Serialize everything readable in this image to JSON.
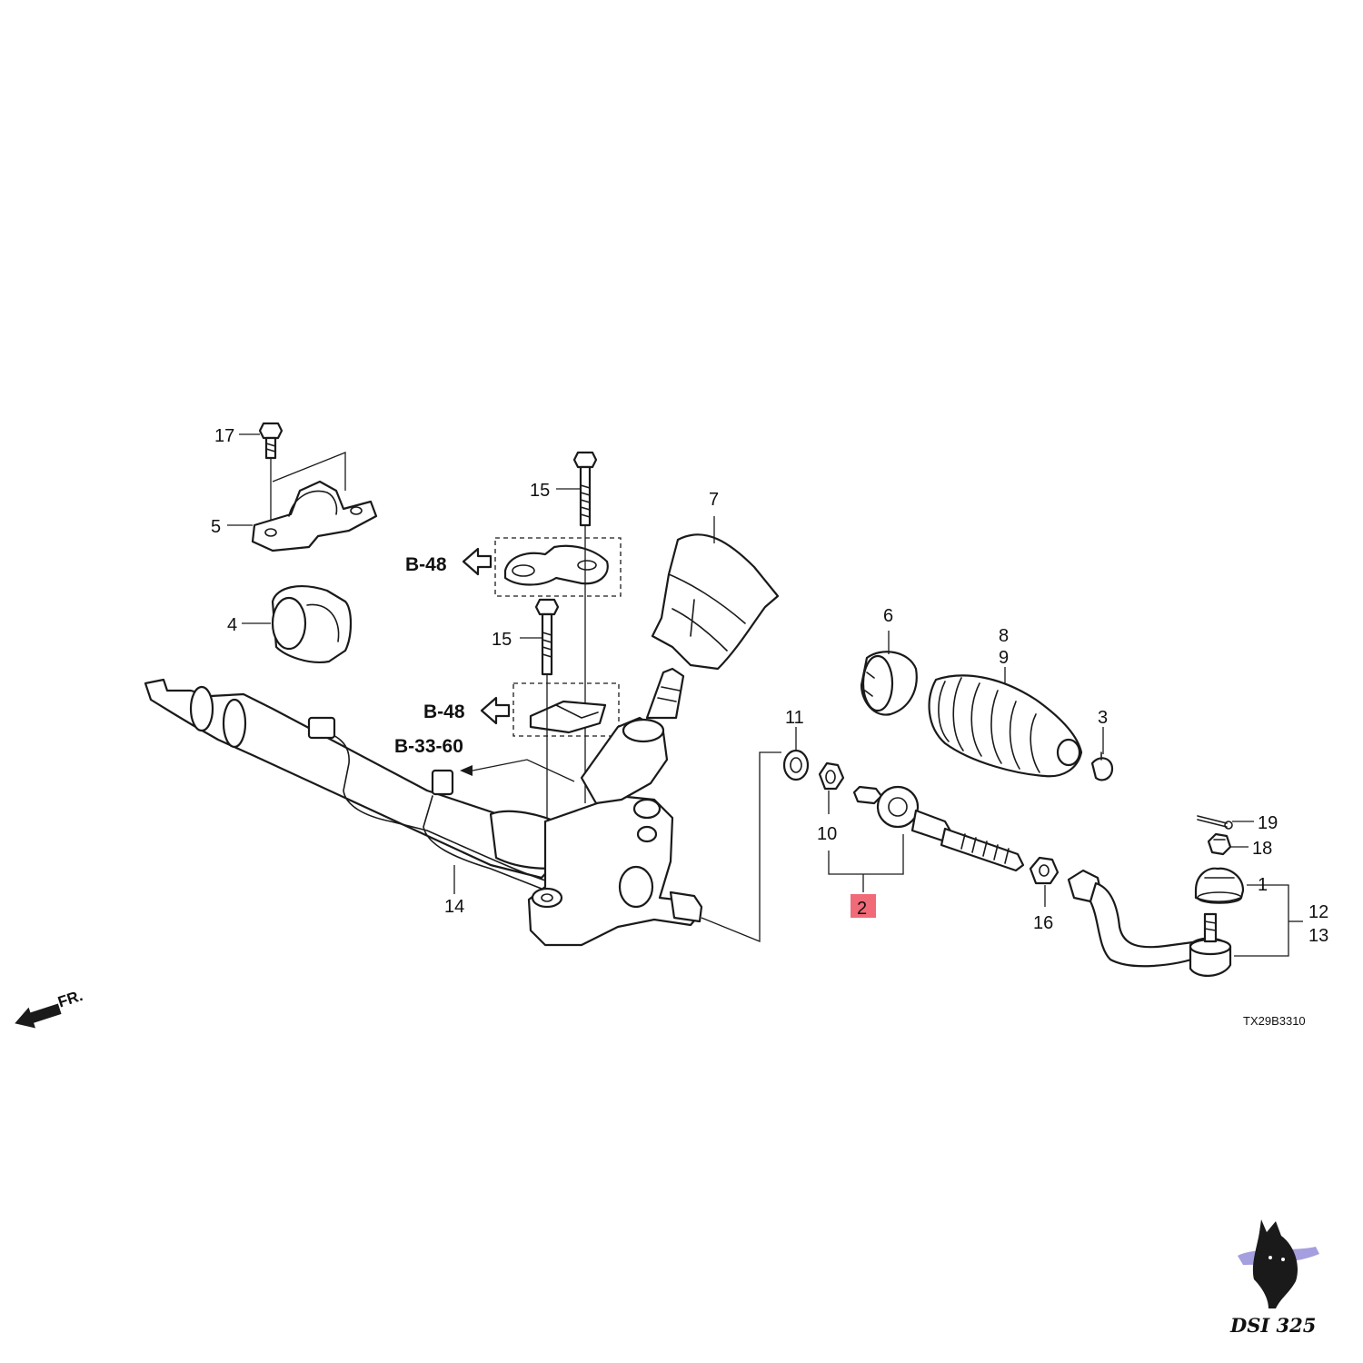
{
  "diagram": {
    "diagram_code": "TX29B3310",
    "front_indicator": "FR.",
    "highlight_color": "#f06a78",
    "references": {
      "b48_upper": "B-48",
      "b48_lower": "B-48",
      "b3360": "B-33-60"
    },
    "callouts": {
      "c1": "1",
      "c2": "2",
      "c3": "3",
      "c4": "4",
      "c5": "5",
      "c6": "6",
      "c7": "7",
      "c8": "8",
      "c9": "9",
      "c10": "10",
      "c11": "11",
      "c12": "12",
      "c13": "13",
      "c14": "14",
      "c15a": "15",
      "c15b": "15",
      "c16": "16",
      "c17": "17",
      "c18": "18",
      "c19": "19"
    },
    "logo_text": "DSI 325"
  }
}
